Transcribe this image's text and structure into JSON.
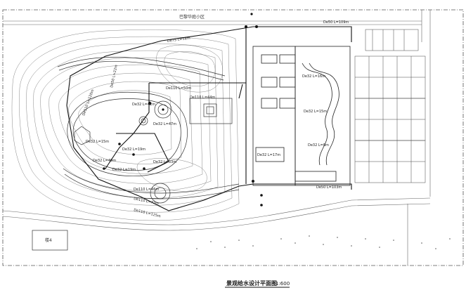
{
  "drawing": {
    "title": "景观给水设计平面图",
    "scale": "1:600",
    "top_area_label": "巴黎华庭小区",
    "small_building_label": "楼4"
  },
  "pipe_labels": [
    {
      "id": "p1",
      "text": "De50 L=109m"
    },
    {
      "id": "p2",
      "text": "De75 L=58m"
    },
    {
      "id": "p3",
      "text": "De50 L=22m"
    },
    {
      "id": "p4",
      "text": "De110 L=50m"
    },
    {
      "id": "p5",
      "text": "De110 L=44m"
    },
    {
      "id": "p6",
      "text": "De32 L=42m"
    },
    {
      "id": "p7",
      "text": "De32 L=47m"
    },
    {
      "id": "p8",
      "text": "De32 L=15m"
    },
    {
      "id": "p9",
      "text": "De32 L=19m"
    },
    {
      "id": "p10",
      "text": "De32 L=33m"
    },
    {
      "id": "p11",
      "text": "De32 L=19m"
    },
    {
      "id": "p12",
      "text": "De110 L=46m"
    },
    {
      "id": "p13",
      "text": "De110 L=72m"
    },
    {
      "id": "p14",
      "text": "De110 L=125m"
    },
    {
      "id": "p15",
      "text": "De50 L=103m"
    },
    {
      "id": "p16",
      "text": "De32 L=17m"
    },
    {
      "id": "p17",
      "text": "De32 L=16m"
    },
    {
      "id": "p18",
      "text": "De32 L=15m"
    },
    {
      "id": "p19",
      "text": "De32 L=8m"
    },
    {
      "id": "p20",
      "text": "De110 L=120m"
    },
    {
      "id": "p21",
      "text": "De32 L=49m"
    }
  ]
}
